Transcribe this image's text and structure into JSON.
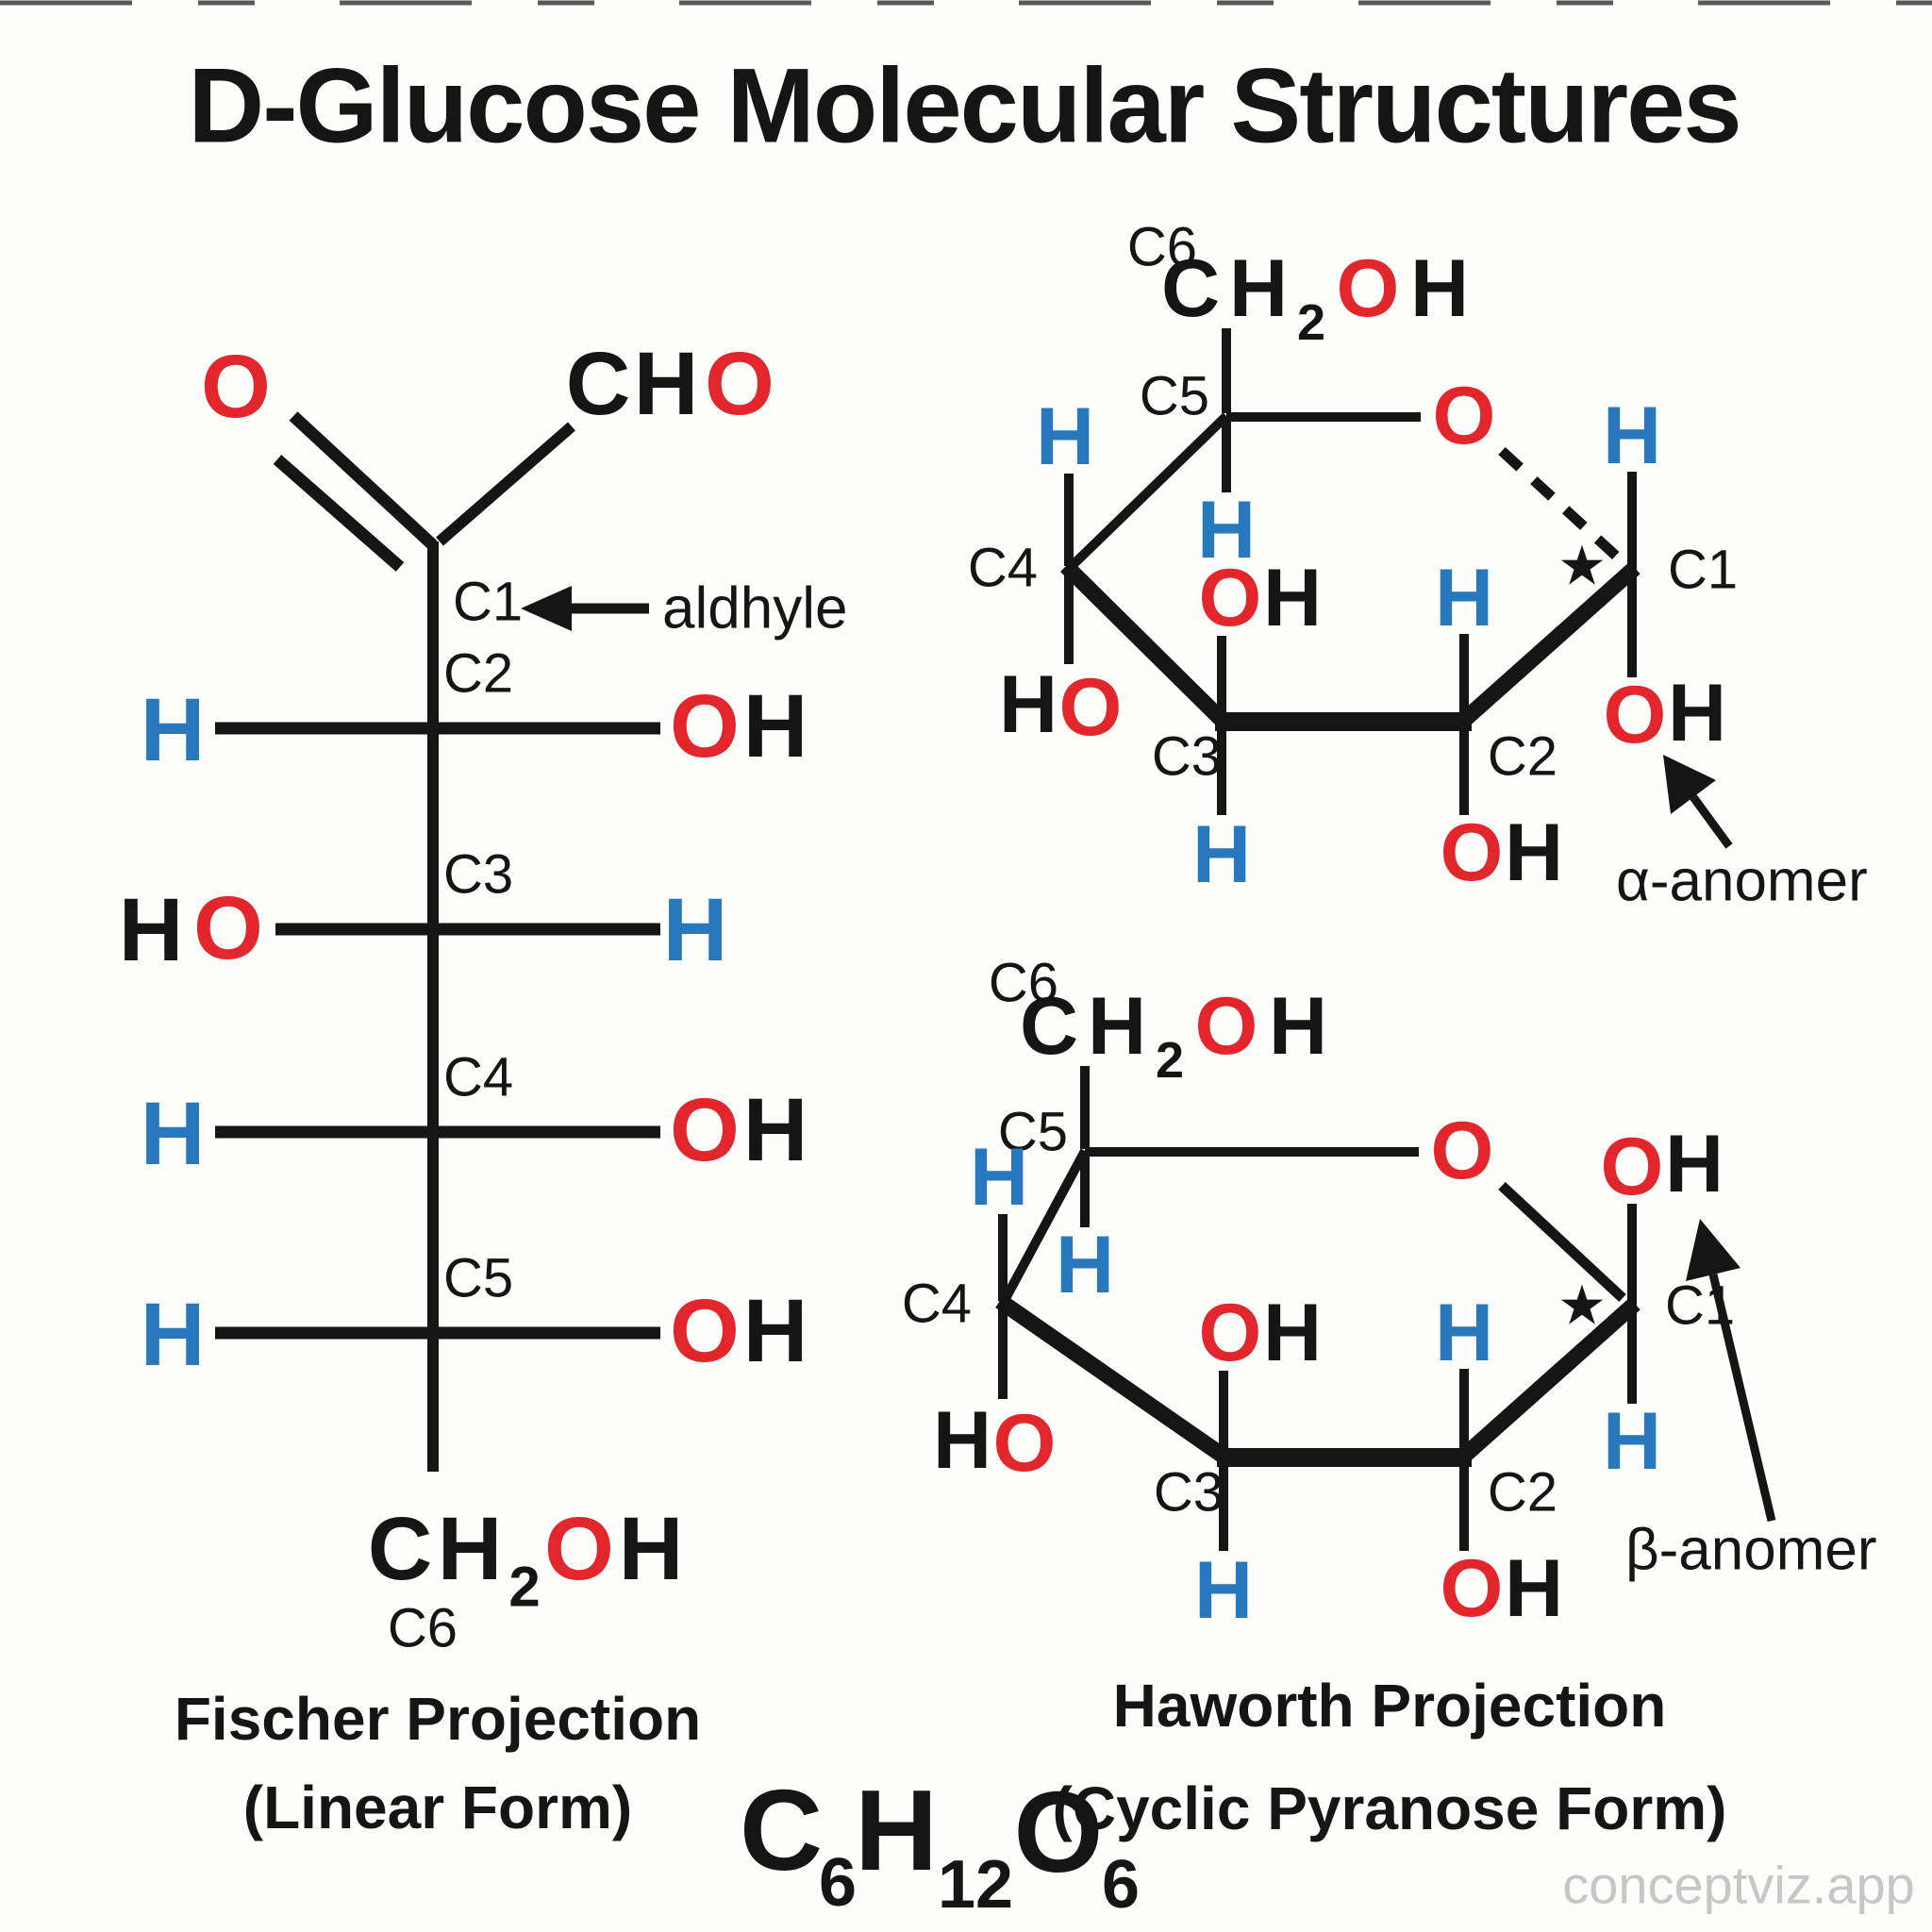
{
  "page": {
    "title": "D-Glucose Molecular Structures",
    "watermark": "conceptviz.app"
  },
  "colors": {
    "red": "#e3262c",
    "blue": "#2778bd",
    "ink": "#151515",
    "watermark_gray": "#c6c6c6",
    "background": "#fdfdfb"
  },
  "fischer": {
    "caption_line1": "Fischer Projection",
    "caption_line2": "(Linear Form)",
    "carbonyl_oxygen": "O",
    "aldehyde_group": {
      "c": "C",
      "h": "H",
      "o": "O"
    },
    "c1_label": "C1",
    "c1_note": "aldhyle",
    "rows": [
      {
        "label": "C2",
        "left_h": "H",
        "right_o": "O",
        "right_h": "H"
      },
      {
        "label": "C3",
        "left_h": "H",
        "left_o": "O",
        "right_h": "H"
      },
      {
        "label": "C4",
        "left_h": "H",
        "right_o": "O",
        "right_h": "H"
      },
      {
        "label": "C5",
        "left_h": "H",
        "right_o": "O",
        "right_h": "H"
      }
    ],
    "c6_group": {
      "c": "C",
      "h": "H",
      "sub": "2",
      "o": "O",
      "h2": "H"
    },
    "c6_label": "C6"
  },
  "haworth": {
    "caption_line1": "Haworth Projection",
    "caption_line2": "(Cyclic Pyranose Form)",
    "alpha": {
      "c6_label": "C6",
      "ch2oh": {
        "c": "C",
        "h": "H",
        "sub": "2",
        "o": "O",
        "h2": "H"
      },
      "c5_label": "C5",
      "ring_oxygen": "O",
      "c1_label": "C1",
      "c2_label": "C2",
      "c3_label": "C3",
      "c4_label": "C4",
      "star": "★",
      "c1_up_h": "H",
      "c1_down_o": "O",
      "c1_down_h": "H",
      "c5_down_h": "H",
      "c4_up_h": "H",
      "c4_down_h": "H",
      "c4_down_o": "O",
      "c3_up_o": "O",
      "c3_up_h": "H",
      "c3_down_h": "H",
      "c2_up_h": "H",
      "c2_down_o": "O",
      "c2_down_h": "H",
      "anomer_label": "α-anomer"
    },
    "beta": {
      "c6_label": "C6",
      "ch2oh": {
        "c": "C",
        "h": "H",
        "sub": "2",
        "o": "O",
        "h2": "H"
      },
      "c5_label": "C5",
      "ring_oxygen": "O",
      "c1_label": "C1",
      "c2_label": "C2",
      "c3_label": "C3",
      "c4_label": "C4",
      "star": "★",
      "c1_up_o": "O",
      "c1_up_h": "H",
      "c1_down_h": "H",
      "c5_down_h": "H",
      "c4_up_h": "H",
      "c4_down_h": "H",
      "c4_down_o": "O",
      "c3_up_o": "O",
      "c3_up_h": "H",
      "c3_down_h": "H",
      "c2_up_h": "H",
      "c2_down_o": "O",
      "c2_down_h": "H",
      "anomer_label": "β-anomer"
    }
  },
  "formula": {
    "c": "C",
    "c_sub": "6",
    "h": "H",
    "h_sub": "12",
    "o": "O",
    "o_sub": "6"
  }
}
